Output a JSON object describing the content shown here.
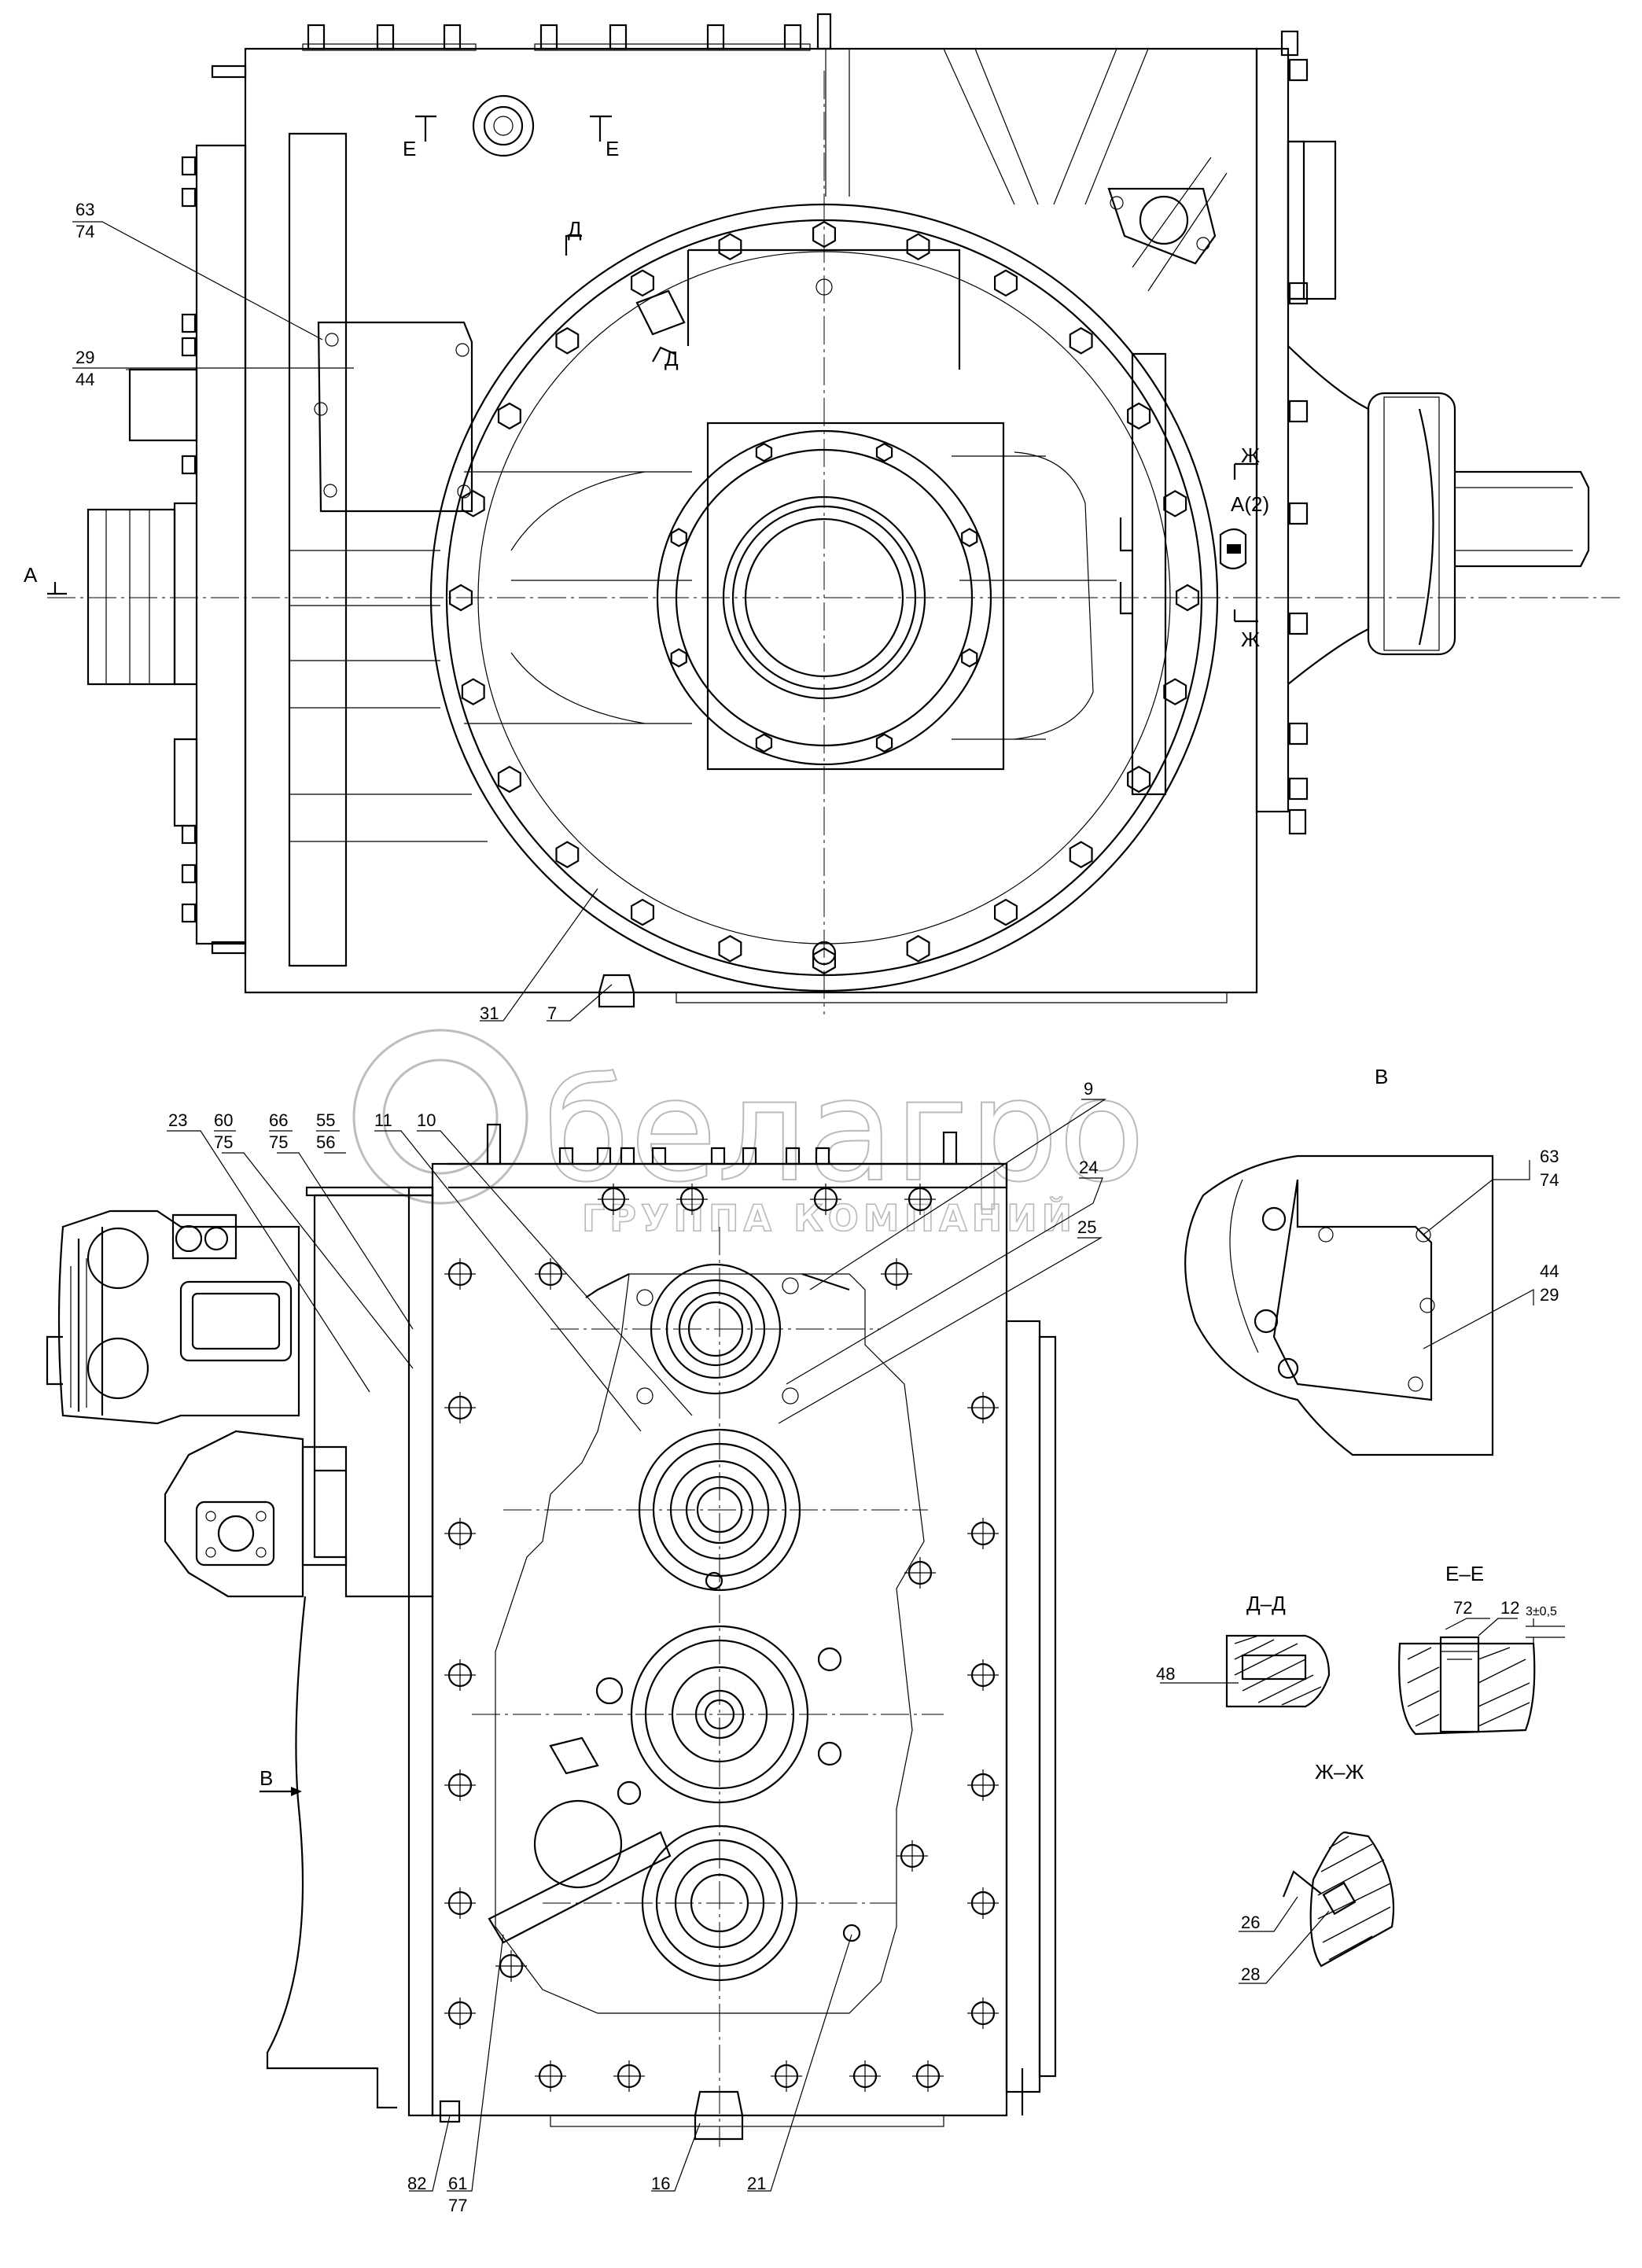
{
  "watermark": {
    "brand": "белагро",
    "tagline": "ГРУППА КОМПАНИЙ"
  },
  "top_view": {
    "section_marks": [
      "Е",
      "Е",
      "Д",
      "Д",
      "Ж",
      "Ж",
      "А",
      "А(2)"
    ],
    "callouts": {
      "c63_74": [
        "63",
        "74"
      ],
      "c29_44": [
        "29",
        "44"
      ],
      "c31": "31",
      "c7": "7"
    }
  },
  "bottom_view": {
    "callouts_top": [
      "23",
      "60",
      "75",
      "66",
      "75",
      "55",
      "56",
      "11",
      "10",
      "9",
      "24",
      "25"
    ],
    "callouts_bottom": [
      "82",
      "61",
      "77",
      "16",
      "21"
    ],
    "view_arrow": "В"
  },
  "view_b": {
    "title": "В",
    "callouts": [
      "63",
      "74",
      "44",
      "29"
    ]
  },
  "section_dd": {
    "title": "Д–Д",
    "callout": "48"
  },
  "section_ee": {
    "title": "Е–Е",
    "callouts": [
      "72",
      "12"
    ],
    "dimension": "3±0,5"
  },
  "section_zhzh": {
    "title": "Ж–Ж",
    "callouts": [
      "26",
      "28"
    ]
  }
}
